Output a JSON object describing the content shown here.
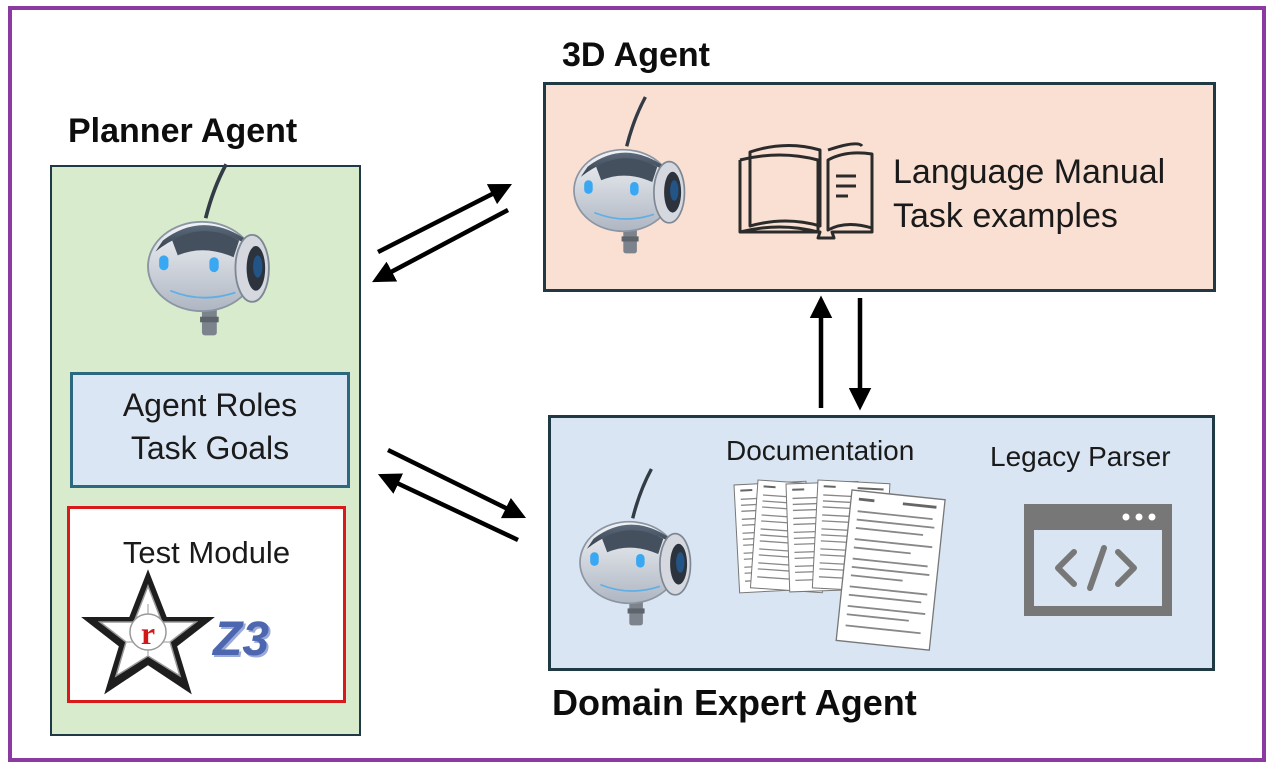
{
  "colors": {
    "frame": "#8a3aa0",
    "planner_bg": "#d8eccd",
    "agent3d_bg": "#f9e0d3",
    "expert_bg": "#d9e5f3",
    "roles_bg": "#dbe6f4",
    "roles_border": "#2e6780",
    "test_border": "#d91a1a",
    "panel_border": "#1f3a45"
  },
  "planner": {
    "title": "Planner Agent",
    "roles_line1": "Agent Roles",
    "roles_line2": "Task Goals",
    "test_title": "Test Module",
    "z3_label": "Z3",
    "robot_icon": "robot-head-icon",
    "star_logo": "star-logo-icon"
  },
  "agent3d": {
    "title": "3D Agent",
    "text_line1": "Language Manual",
    "text_line2": "Task examples",
    "book_icon": "open-book-icon"
  },
  "expert": {
    "title": "Domain Expert Agent",
    "documentation_label": "Documentation",
    "legacy_label": "Legacy Parser",
    "code_icon": "code-window-icon"
  }
}
